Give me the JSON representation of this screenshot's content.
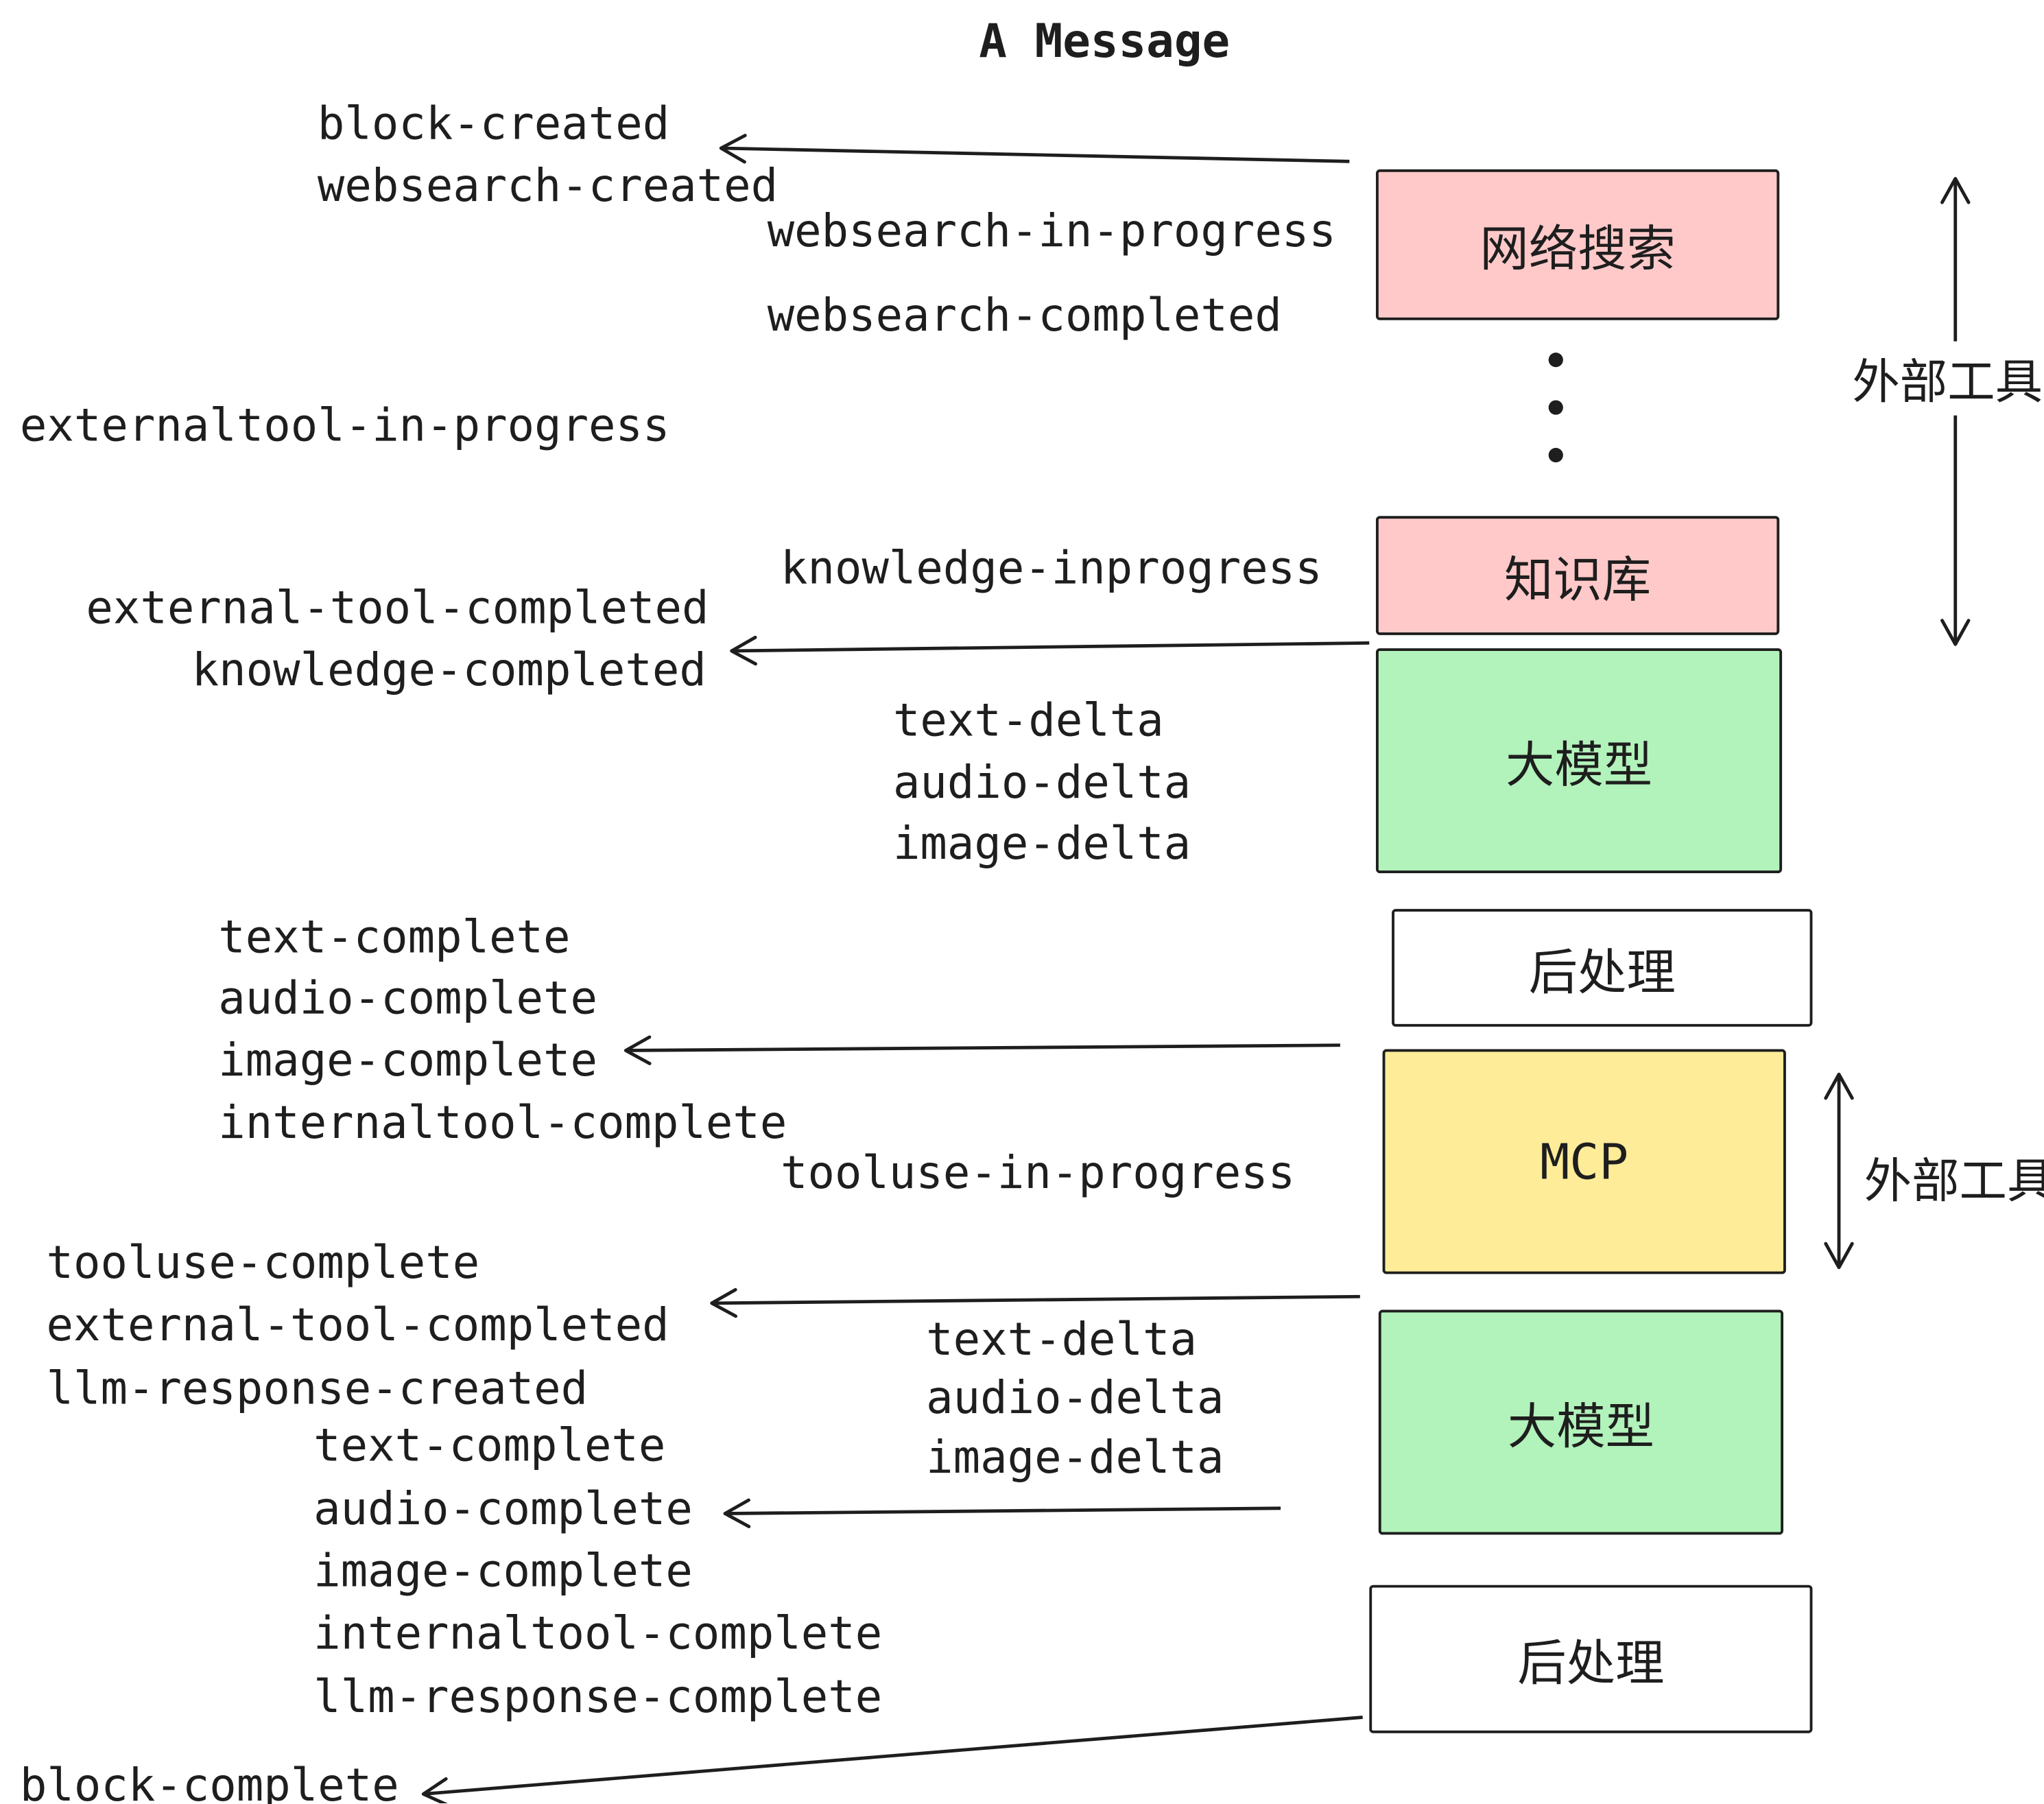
{
  "title": "A Message",
  "events": {
    "block_created": "block-created",
    "websearch_created": "websearch-created",
    "websearch_in_progress": "websearch-in-progress",
    "websearch_completed": "websearch-completed",
    "externaltool_in_progress": "externaltool-in-progress",
    "knowledge_inprogress": "knowledge-inprogress",
    "external_tool_completed_1": "external-tool-completed",
    "knowledge_completed": "knowledge-completed",
    "text_delta_1": "text-delta",
    "audio_delta_1": "audio-delta",
    "image_delta_1": "image-delta",
    "text_complete_1": "text-complete",
    "audio_complete_1": "audio-complete",
    "image_complete_1": "image-complete",
    "internaltool_complete_1": "internaltool-complete",
    "tooluse_in_progress": "tooluse-in-progress",
    "tooluse_complete": "tooluse-complete",
    "external_tool_completed_2": "external-tool-completed",
    "llm_response_created": "llm-response-created",
    "text_complete_2": "text-complete",
    "audio_complete_2": "audio-complete",
    "image_complete_2": "image-complete",
    "internaltool_complete_2": "internaltool-complete",
    "llm_response_complete": "llm-response-complete",
    "block_complete": "block-complete"
  },
  "boxes": {
    "websearch": {
      "label": "网络搜索",
      "fill": "#ffc9c9"
    },
    "knowledge": {
      "label": "知识库",
      "fill": "#ffc9c9"
    },
    "llm_1": {
      "label": "大模型",
      "fill": "#b2f2bb"
    },
    "postprocess_1": {
      "label": "后处理",
      "fill": "#ffffff"
    },
    "mcp": {
      "label": "MCP",
      "fill": "#ffec99"
    },
    "llm_2": {
      "label": "大模型",
      "fill": "#b2f2bb"
    },
    "postprocess_2": {
      "label": "后处理",
      "fill": "#ffffff"
    }
  },
  "side_labels": {
    "external_tools_top": "外部工具",
    "external_tools_bottom": "外部工具"
  },
  "colors": {
    "stroke": "#1e1e1e",
    "pink": "#ffc9c9",
    "green": "#b2f2bb",
    "yellow": "#ffec99",
    "white": "#ffffff"
  }
}
